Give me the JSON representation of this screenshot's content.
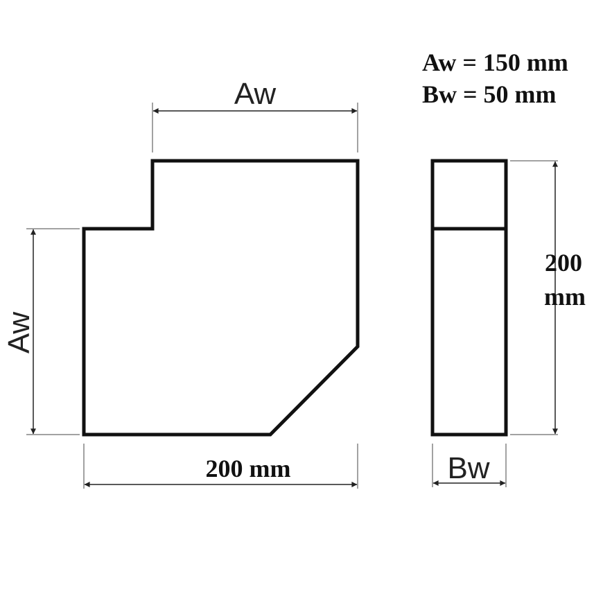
{
  "specs": {
    "aw_value": "Aw = 150 mm",
    "bw_value": "Bw = 50 mm"
  },
  "front_view": {
    "top_dimension_label": "Aw",
    "left_dimension_label": "Aw",
    "bottom_dimension_label": "200 mm"
  },
  "side_view": {
    "height_label_line1": "200",
    "height_label_line2": "mm",
    "width_label": "Bw"
  },
  "colors": {
    "outline": "#111111",
    "dimension": "#222222",
    "background": "#ffffff"
  }
}
